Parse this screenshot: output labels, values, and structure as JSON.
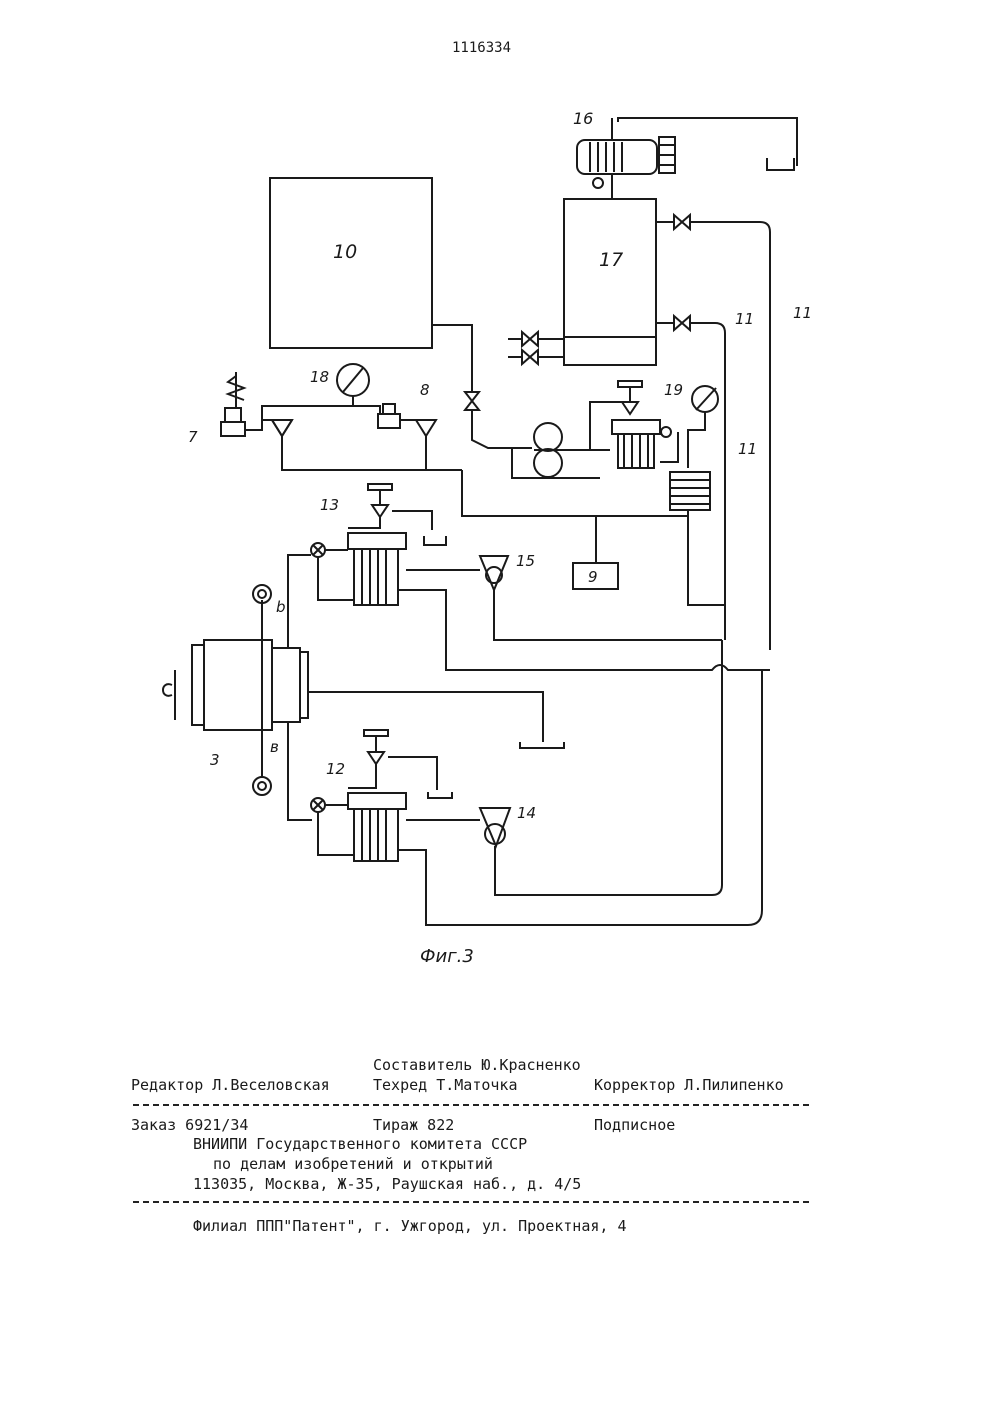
{
  "header": {
    "patent_number": "1116334"
  },
  "figure": {
    "caption": "Фиг.3",
    "labels": {
      "l3": "3",
      "l7": "7",
      "l8": "8",
      "l9": "9",
      "l10": "10",
      "l11": "11",
      "l12": "12",
      "l13": "13",
      "l14": "14",
      "l15": "15",
      "l16": "16",
      "l17": "17",
      "l18": "18",
      "l19": "19",
      "lb": "b",
      "lv": "в"
    }
  },
  "imprint": {
    "compiler": "Составитель Ю.Красненко",
    "editor": "Редактор Л.Веселовская",
    "techred": "Техред Т.Маточка",
    "corrector": "Корректор Л.Пилипенко",
    "order": "Заказ 6921/34",
    "circulation": "Тираж 822",
    "subscription": "Подписное",
    "org_line1": "ВНИИПИ Государственного комитета СССР",
    "org_line2": "по делам изобретений и открытий",
    "address": "113035, Москва, Ж-35, Раушская наб., д. 4/5",
    "branch": "Филиал ППП\"Патент\", г. Ужгород, ул. Проектная, 4"
  }
}
